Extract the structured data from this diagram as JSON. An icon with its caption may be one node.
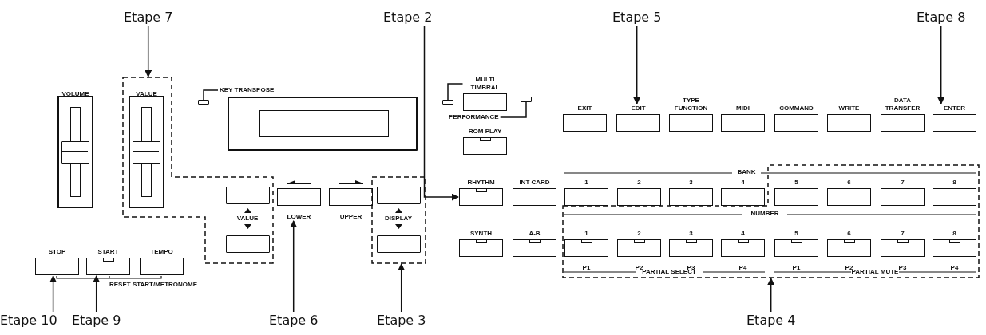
{
  "diagram": {
    "nodes": [
      {
        "text": [
          "Etape 7"
        ]
      },
      {
        "text": [
          "Etape 2"
        ]
      },
      {
        "text": [
          "Etape 5"
        ]
      },
      {
        "text": [
          "Etape 8"
        ]
      },
      {
        "text": [
          "VOLUME"
        ]
      },
      {
        "text": [],
        "shape": "box"
      },
      {
        "text": [
          "VALUE"
        ],
        "in": 5
      },
      {
        "text": [],
        "shape": "box",
        "in": 5
      },
      {
        "text": [],
        "shape": "box",
        "in": 5
      },
      {
        "text": [],
        "shape": "box"
      },
      {
        "text": [
          "KEY TRANSPOSE"
        ]
      },
      {
        "text": [],
        "shape": "box"
      },
      {
        "text": [
          "LOWER"
        ]
      },
      {
        "text": [
          "UPPER"
        ]
      },
      {
        "text": [],
        "shape": "box"
      },
      {
        "text": [],
        "shape": "box",
        "in": 14
      },
      {
        "text": [],
        "shape": "box",
        "in": 14
      },
      {
        "text": [],
        "shape": "box"
      },
      {
        "text": [
          "MULTI TIMBRAL"
        ]
      },
      {
        "text": [
          "PERFORMANCE"
        ]
      },
      {
        "text": [],
        "shape": "box"
      },
      {
        "text": [
          "EXIT"
        ]
      },
      {
        "text": [
          "EDIT"
        ]
      },
      {
        "text": [
          "TYPE FUNCTION"
        ]
      },
      {
        "text": [
          "MIDI"
        ]
      },
      {
        "text": [
          "COMMAND"
        ]
      },
      {
        "text": [
          "WRITE"
        ]
      },
      {
        "text": [
          "DATA TRANSFER"
        ]
      },
      {
        "text": [
          "ENTER"
        ]
      },
      {
        "text": [
          "ROM PLAY"
        ]
      },
      {
        "text": [
          "RHYTHM"
        ]
      },
      {
        "text": [
          "INT CARD"
        ]
      },
      {
        "text": [],
        "shape": "box"
      },
      {
        "text": [
          "1"
        ]
      },
      {
        "text": [
          "2"
        ]
      },
      {
        "text": [
          "3"
        ]
      },
      {
        "text": [
          "4"
        ]
      },
      {
        "text": [
          "5"
        ],
        "in": 32
      },
      {
        "text": [
          "6"
        ],
        "in": 32
      },
      {
        "text": [
          "7"
        ],
        "in": 32
      },
      {
        "text": [
          "8"
        ],
        "in": 32
      },
      {
        "text": [
          "SYNTH"
        ]
      },
      {
        "text": [
          "A-B"
        ]
      },
      {
        "text": [
          "1",
          "P1"
        ],
        "in": 32
      },
      {
        "text": [
          "2",
          "P2"
        ],
        "in": 32
      },
      {
        "text": [
          "3",
          "P3"
        ],
        "in": 32
      },
      {
        "text": [
          "4",
          "P4"
        ],
        "in": 32
      },
      {
        "text": [
          "5",
          "P1"
        ],
        "in": 32
      },
      {
        "text": [
          "6",
          "P2"
        ],
        "in": 32
      },
      {
        "text": [
          "7",
          "P3"
        ],
        "in": 32
      },
      {
        "text": [
          "8",
          "P4"
        ],
        "in": 32
      },
      {
        "text": [
          "STOP"
        ]
      },
      {
        "text": [
          "START"
        ]
      },
      {
        "text": [
          "TEMPO"
        ]
      },
      {
        "text": [
          "Etape 10"
        ]
      },
      {
        "text": [
          "Etape 9"
        ]
      },
      {
        "text": [
          "Etape 6"
        ]
      },
      {
        "text": [
          "Etape 3"
        ]
      },
      {
        "text": [
          "Etape 4"
        ]
      }
    ],
    "edges": [
      {
        "from": 0,
        "to": 5,
        "arrow": "to"
      },
      {
        "from": 1,
        "to": 30,
        "arrow": "to"
      },
      {
        "from": 2,
        "to": 22,
        "arrow": "to"
      },
      {
        "from": 3,
        "to": 28,
        "arrow": "to"
      },
      {
        "from": 10,
        "to": 9,
        "arrow": "none"
      },
      {
        "from": 18,
        "to": 17,
        "arrow": "none"
      },
      {
        "from": 19,
        "to": 20,
        "arrow": "none"
      },
      {
        "from": 54,
        "to": 51,
        "arrow": "to"
      },
      {
        "from": 55,
        "to": 52,
        "arrow": "to"
      },
      {
        "from": 56,
        "to": 12,
        "arrow": "to"
      },
      {
        "from": 57,
        "to": 14,
        "arrow": "to"
      },
      {
        "from": 58,
        "to": 32,
        "arrow": "to"
      }
    ],
    "labels": [
      "VALUE",
      "DISPLAY",
      "BANK",
      "NUMBER",
      "PARTIAL SELECT",
      "PARTIAL MUTE",
      "RESET START/METRONOME"
    ]
  }
}
